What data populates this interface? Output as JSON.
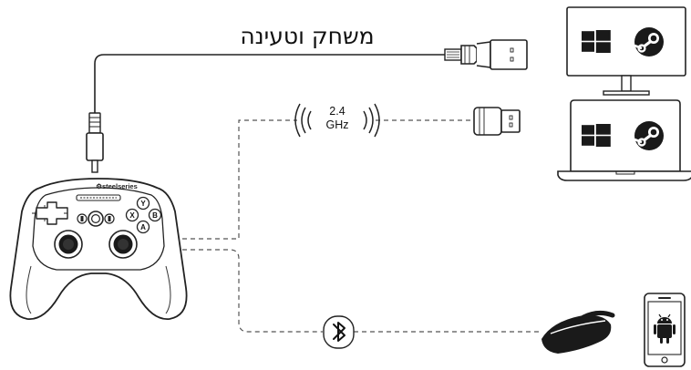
{
  "diagram": {
    "cable_label": "משחק וטעינה",
    "wireless_freq_value": "2.4",
    "wireless_freq_unit": "GHz",
    "controller_brand": "steelseries"
  },
  "colors": {
    "stroke": "#222222",
    "fill": "#ffffff",
    "dark": "#1a1a1a",
    "dashed": "#555555"
  },
  "icons": [
    "windows-logo-icon",
    "steam-logo-icon",
    "bluetooth-icon",
    "android-icon",
    "wireless-signal-icon",
    "usb-connector-icon",
    "usb-dongle-icon",
    "vr-headset-icon"
  ]
}
